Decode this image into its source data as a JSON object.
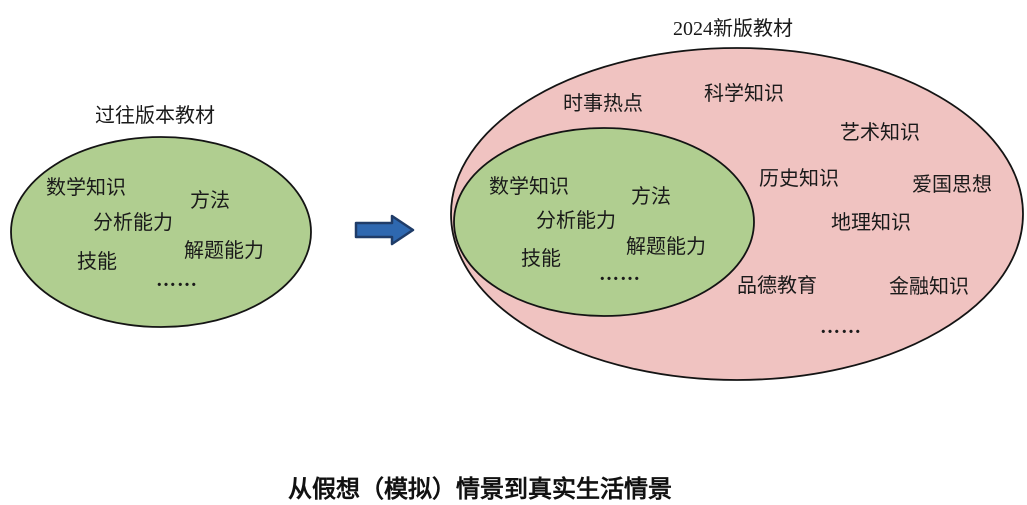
{
  "colors": {
    "green_fill": "#b0ce90",
    "pink_fill": "#f0c3c1",
    "outline": "#141414",
    "arrow_fill": "#2e68b0",
    "arrow_stroke": "#1f3c68"
  },
  "left_diagram": {
    "title": "过往版本教材",
    "items": {
      "math": "数学知识",
      "method": "方法",
      "analysis": "分析能力",
      "skill": "技能",
      "solve": "解题能力",
      "more": "……"
    }
  },
  "right_diagram": {
    "title": "2024新版教材",
    "inner_items": {
      "math": "数学知识",
      "method": "方法",
      "analysis": "分析能力",
      "skill": "技能",
      "solve": "解题能力",
      "more": "……"
    },
    "outer_items": {
      "news": "时事热点",
      "science": "科学知识",
      "art": "艺术知识",
      "history": "历史知识",
      "patriot": "爱国思想",
      "geo": "地理知识",
      "moral": "品德教育",
      "finance": "金融知识",
      "more": "……"
    }
  },
  "caption": "从假想（模拟）情景到真实生活情景"
}
